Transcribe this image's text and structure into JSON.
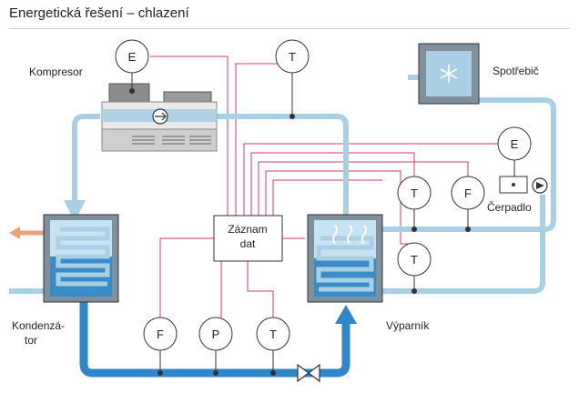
{
  "title": "Energetická řešení – chlazení",
  "labels": {
    "compressor": "Kompresor",
    "consumer": "Spotřebič",
    "pump": "Čerpadlo",
    "condenser_line1": "Kondenzá-",
    "condenser_line2": "tor",
    "evaporator": "Výparník",
    "recorder_line1": "Záznam",
    "recorder_line2": "dat"
  },
  "instruments": {
    "compressor_energy": "E",
    "compressor_temp": "T",
    "pump_energy": "E",
    "return_temp": "T",
    "return_flow": "F",
    "evap_temp": "T",
    "cond_flow": "F",
    "cond_pressure": "P",
    "cond_temp": "T"
  },
  "colors": {
    "light_pipe": "#a9cfe4",
    "dark_pipe": "#2f86c8",
    "signal_line": "#d5337f",
    "hot_outlet": "#e9a27c"
  },
  "icons": [
    "snowflake-icon",
    "valve-icon",
    "pump-icon",
    "compressor-fan-icon",
    "vapor-icon"
  ]
}
